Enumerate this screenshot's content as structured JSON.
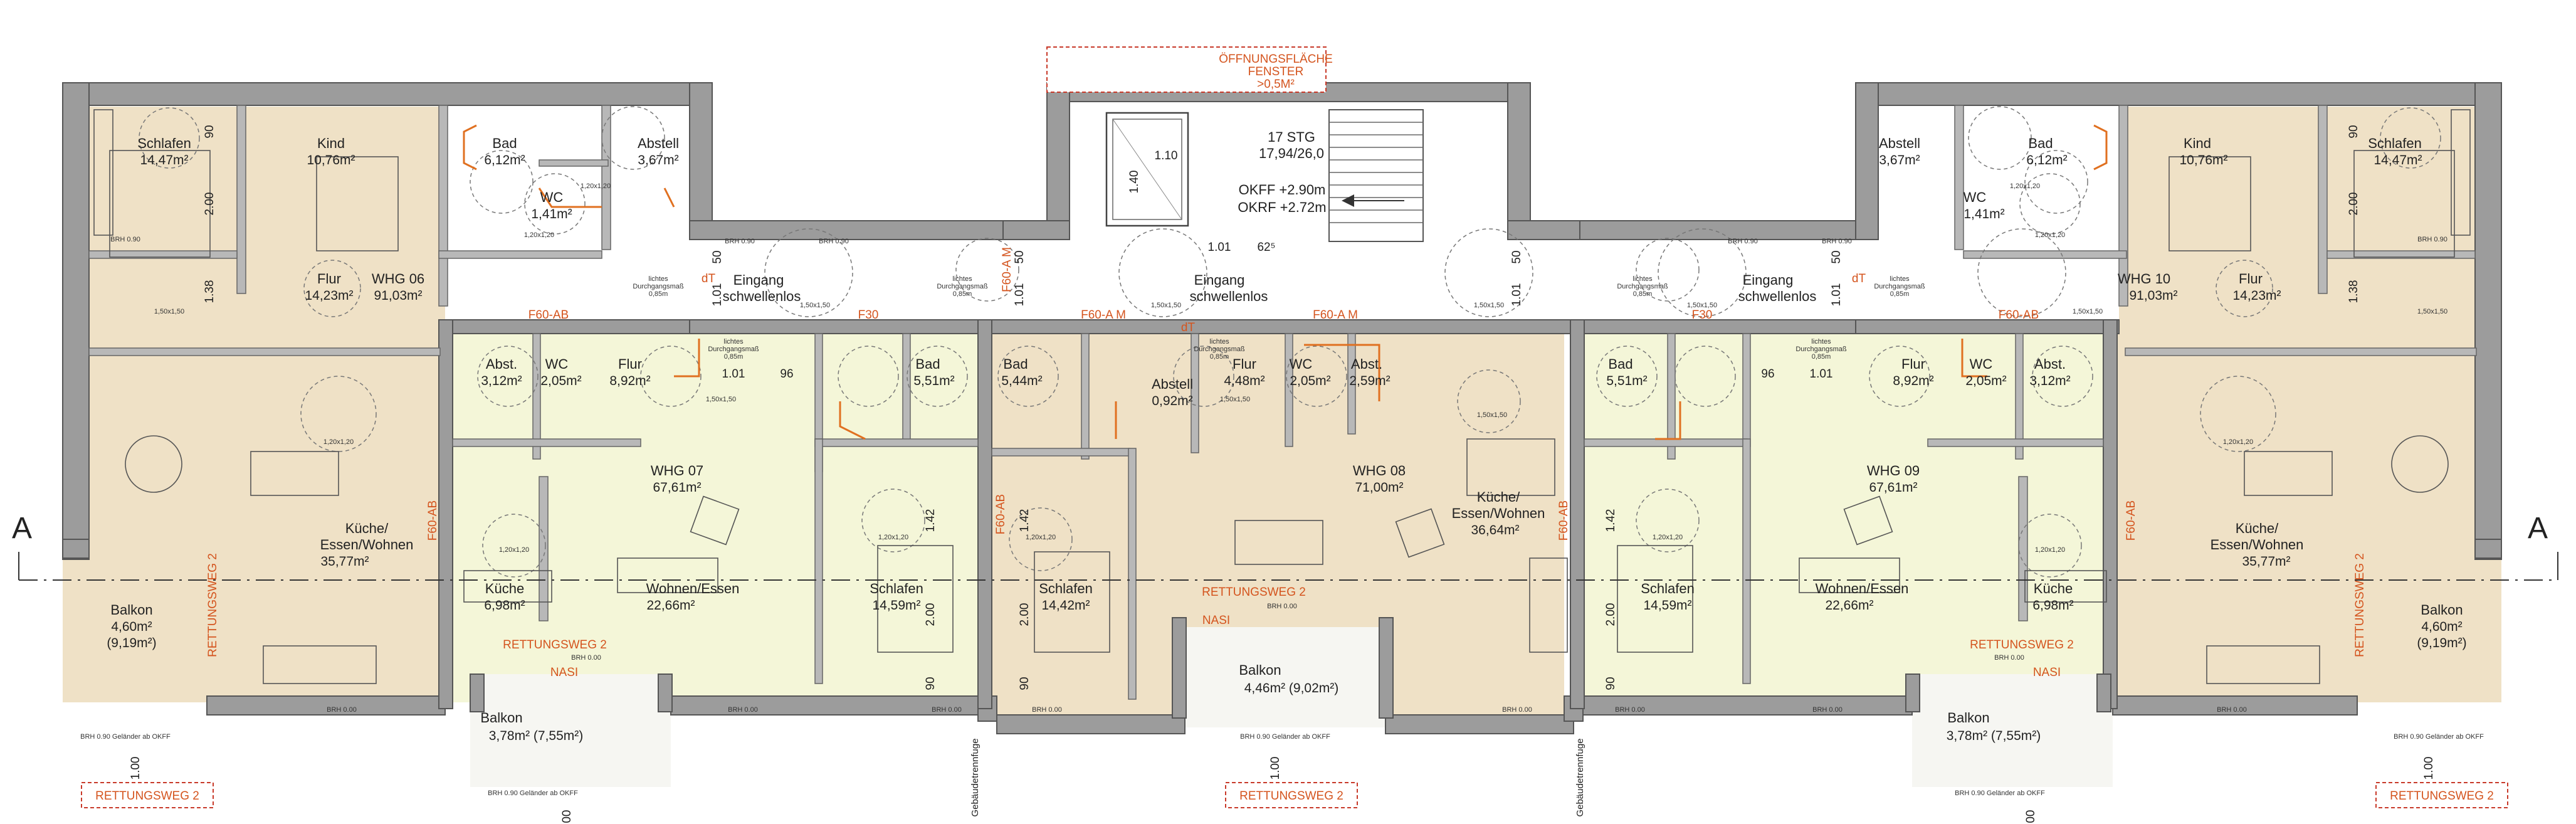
{
  "units": [
    {
      "id": "WHG 06",
      "area": "91,03m²"
    },
    {
      "id": "WHG 07",
      "area": "67,61m²"
    },
    {
      "id": "WHG 08",
      "area": "71,00m²"
    },
    {
      "id": "WHG 09",
      "area": "67,61m²"
    },
    {
      "id": "WHG 10",
      "area": "91,03m²"
    }
  ],
  "rooms": {
    "r06_schlafen": [
      "Schlafen",
      "14,47m²"
    ],
    "r06_kind": [
      "Kind",
      "10,76m²"
    ],
    "r06_bad": [
      "Bad",
      "6,12m²"
    ],
    "r06_abstell": [
      "Abstell",
      "3,67m²"
    ],
    "r06_wc": [
      "WC",
      "1,41m²"
    ],
    "r06_flur": [
      "Flur",
      "14,23m²"
    ],
    "r06_kuche_a": "Küche/",
    "r06_kuche_b": "Essen/Wohnen",
    "r06_kuche_area": "35,77m²",
    "r06_balkon": [
      "Balkon",
      "4,60m²",
      "(9,19m²)"
    ],
    "r07_abst": [
      "Abst.",
      "3,12m²"
    ],
    "r07_wc": [
      "WC",
      "2,05m²"
    ],
    "r07_flur": [
      "Flur",
      "8,92m²"
    ],
    "r07_bad": [
      "Bad",
      "5,51m²"
    ],
    "r07_kuche": [
      "Küche",
      "6,98m²"
    ],
    "r07_wohnen": [
      "Wohnen/Essen",
      "22,66m²"
    ],
    "r07_schlafen": [
      "Schlafen",
      "14,59m²"
    ],
    "r07_balkon": [
      "Balkon",
      "3,78m²  (7,55m²)"
    ],
    "r08_bad": [
      "Bad",
      "5,44m²"
    ],
    "r08_abstell": [
      "Abstell",
      "0,92m²"
    ],
    "r08_flur": [
      "Flur",
      "4,48m²"
    ],
    "r08_wc": [
      "WC",
      "2,05m²"
    ],
    "r08_abst": [
      "Abst.",
      "2,59m²"
    ],
    "r08_kuche_a": "Küche/",
    "r08_kuche_b": "Essen/Wohnen",
    "r08_kuche_area": "36,64m²",
    "r08_schlafen": [
      "Schlafen",
      "14,42m²"
    ],
    "r08_balkon": [
      "Balkon",
      "4,46m²  (9,02m²)"
    ],
    "r09_bad": [
      "Bad",
      "5,51m²"
    ],
    "r09_flur": [
      "Flur",
      "8,92m²"
    ],
    "r09_wc": [
      "WC",
      "2,05m²"
    ],
    "r09_abst": [
      "Abst.",
      "3,12m²"
    ],
    "r09_schlafen": [
      "Schlafen",
      "14,59m²"
    ],
    "r09_wohnen": [
      "Wohnen/Essen",
      "22,66m²"
    ],
    "r09_kuche": [
      "Küche",
      "6,98m²"
    ],
    "r09_balkon": [
      "Balkon",
      "3,78m²  (7,55m²)"
    ],
    "r10_abstell": [
      "Abstell",
      "3,67m²"
    ],
    "r10_bad": [
      "Bad",
      "6,12m²"
    ],
    "r10_kind": [
      "Kind",
      "10,76m²"
    ],
    "r10_schlafen": [
      "Schlafen",
      "14,47m²"
    ],
    "r10_wc": [
      "WC",
      "1,41m²"
    ],
    "r10_flur": [
      "Flur",
      "14,23m²"
    ],
    "r10_kuche_a": "Küche/",
    "r10_kuche_b": "Essen/Wohnen",
    "r10_kuche_area": "35,77m²",
    "r10_balkon": [
      "Balkon",
      "4,60m²",
      "(9,19m²)"
    ]
  },
  "entrance": {
    "line1": "Eingang",
    "line2": "schwellenlos"
  },
  "stair": {
    "steps": "17 STG",
    "rise": "17,94/26,0",
    "okff": "OKFF +2.90m",
    "okrf": "OKRF +2.72m"
  },
  "window_note": {
    "line1": "ÖFFNUNGSFLÄCHE",
    "line2": "FENSTER",
    "line3": ">0,5M²"
  },
  "fire_labels": {
    "f60ab": "F60-AB",
    "f30": "F30",
    "f60am": "F60-A  M",
    "rw": "RETTUNGSWEG  2",
    "nasi": "NASI",
    "dt": "dT"
  },
  "dims": {
    "d90": "90",
    "d200": "2.00",
    "d138": "1.38",
    "d101": "1.01",
    "d96": "96",
    "d50": "50",
    "d110": "1.10",
    "d140": "1.40",
    "d625": "62⁵",
    "d142": "1.42",
    "d100": "1.00"
  },
  "notes": {
    "lichtes": "lichtes",
    "durch": "Durchgangsmaß",
    "d085": "0,85m",
    "c120": "1,20x1,20",
    "c150": "1,50x1,50",
    "brh000": "BRH 0.00",
    "brh090": "BRH 0.90",
    "gel": "BRH 0.90  Geländer ab OKFF",
    "fuge": "Gebäudetrennfuge"
  },
  "section_marks": {
    "left": "A",
    "right": "A"
  }
}
